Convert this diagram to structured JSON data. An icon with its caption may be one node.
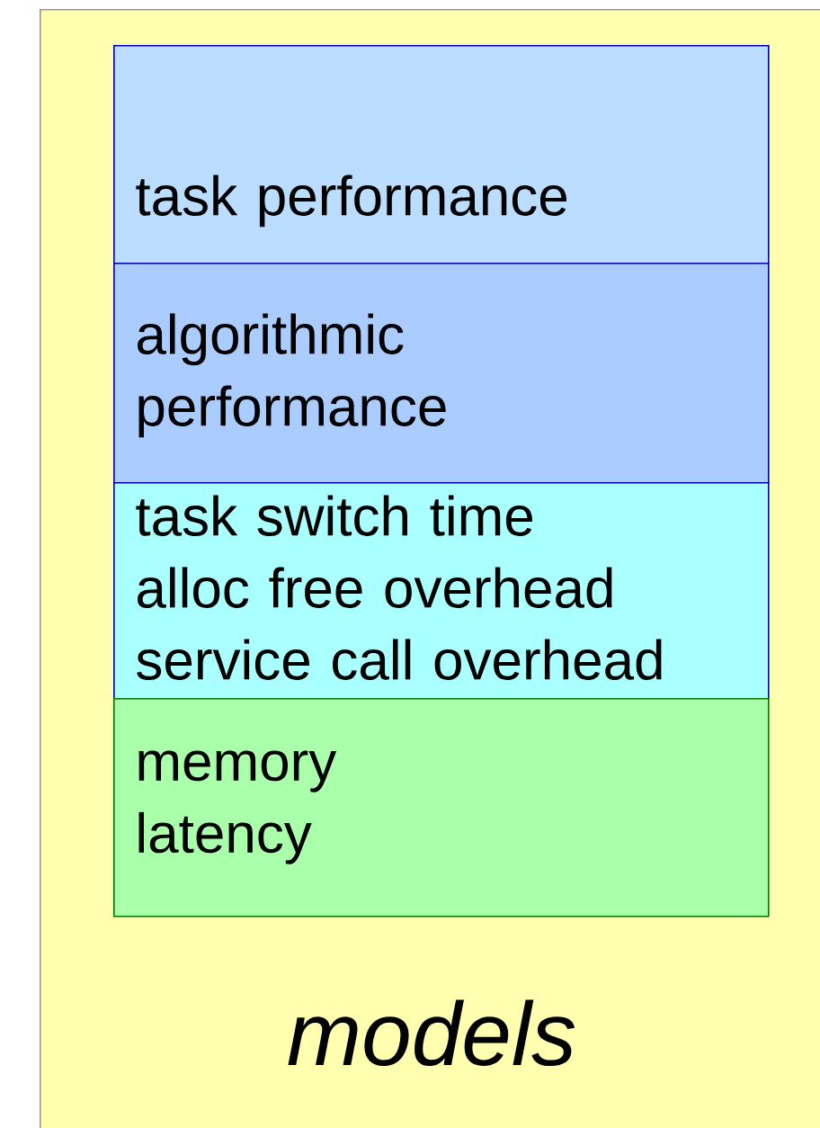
{
  "diagram": {
    "nodes": [
      {
        "text": [
          "models"
        ]
      },
      {
        "text": [
          "task performance"
        ],
        "in": 0
      },
      {
        "text": [
          "algorithmic performance"
        ],
        "in": 0
      },
      {
        "text": [
          "task switch time",
          "alloc free overhead",
          "service call overhead"
        ],
        "in": 0
      },
      {
        "text": [
          "memory",
          "latency"
        ],
        "in": 0
      }
    ]
  }
}
